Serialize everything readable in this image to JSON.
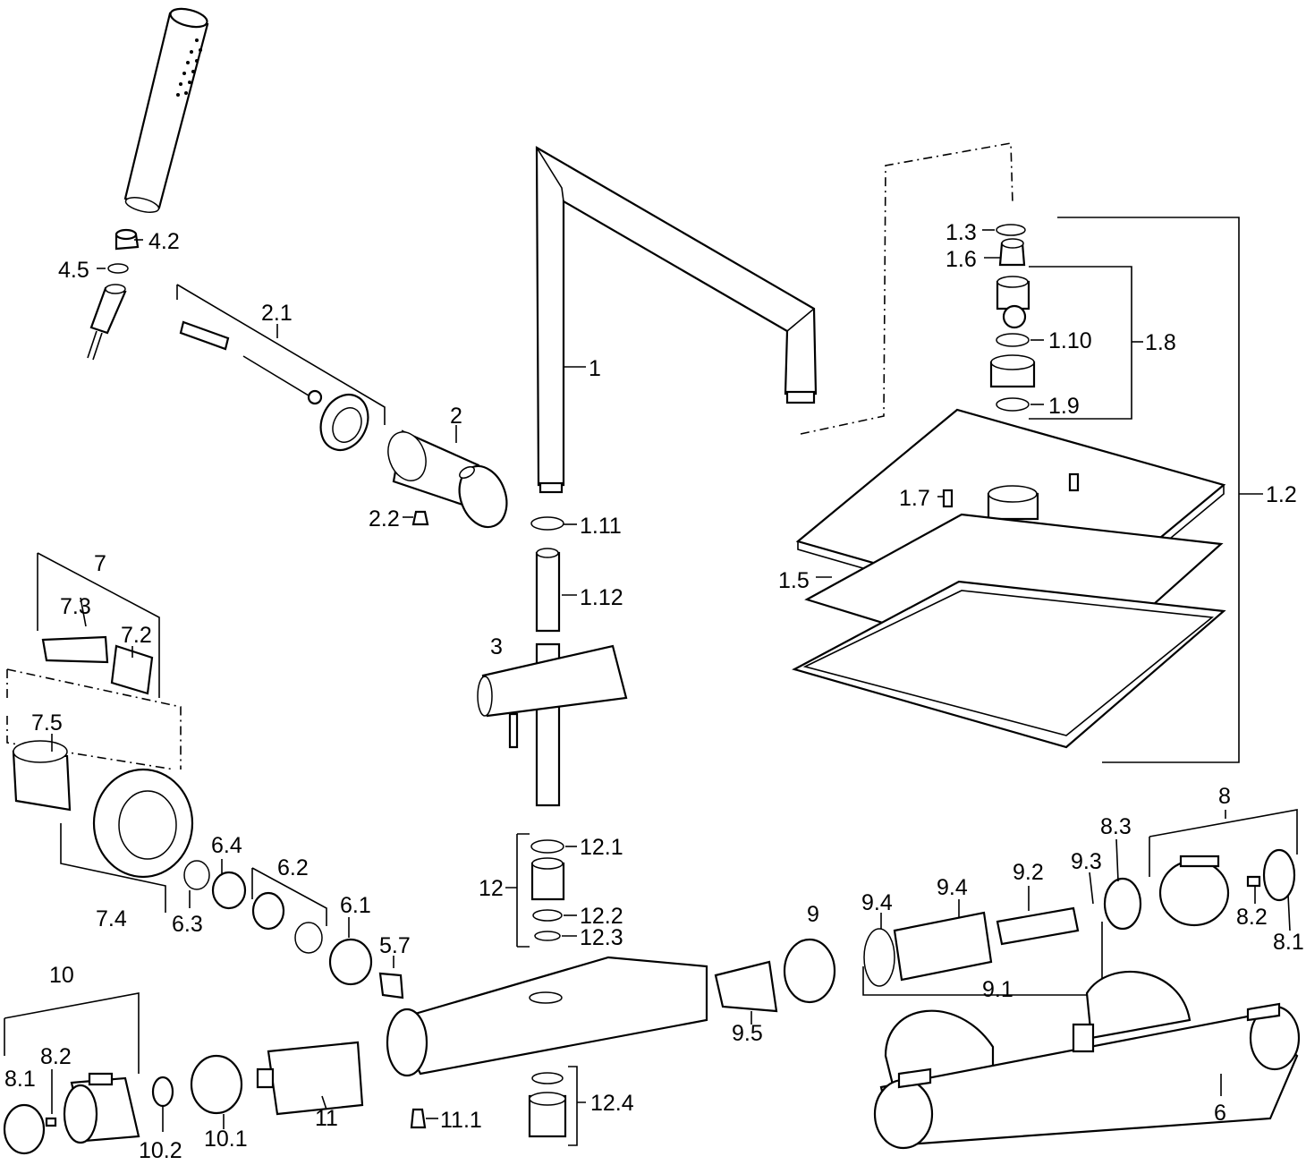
{
  "labels": {
    "l1": "1",
    "l1_2": "1.2",
    "l1_3": "1.3",
    "l1_5": "1.5",
    "l1_6": "1.6",
    "l1_7": "1.7",
    "l1_8": "1.8",
    "l1_9": "1.9",
    "l1_10": "1.10",
    "l1_11": "1.11",
    "l1_12": "1.12",
    "l2": "2",
    "l2_1": "2.1",
    "l2_2": "2.2",
    "l3": "3",
    "l4_2": "4.2",
    "l4_5": "4.5",
    "l5_7": "5.7",
    "l6": "6",
    "l6_1": "6.1",
    "l6_2": "6.2",
    "l6_3": "6.3",
    "l6_4": "6.4",
    "l7": "7",
    "l7_2": "7.2",
    "l7_3": "7.3",
    "l7_4": "7.4",
    "l7_5": "7.5",
    "l8": "8",
    "l8_1a": "8.1",
    "l8_2a": "8.2",
    "l8_3": "8.3",
    "l8_1b": "8.1",
    "l8_2b": "8.2",
    "l9": "9",
    "l9_1": "9.1",
    "l9_2": "9.2",
    "l9_3": "9.3",
    "l9_4": "9.4",
    "l9_4b": "9.4",
    "l9_5": "9.5",
    "l10": "10",
    "l10_1": "10.1",
    "l10_2": "10.2",
    "l11": "11",
    "l11_1": "11.1",
    "l12": "12",
    "l12_1": "12.1",
    "l12_2": "12.2",
    "l12_3": "12.3",
    "l12_4": "12.4"
  }
}
